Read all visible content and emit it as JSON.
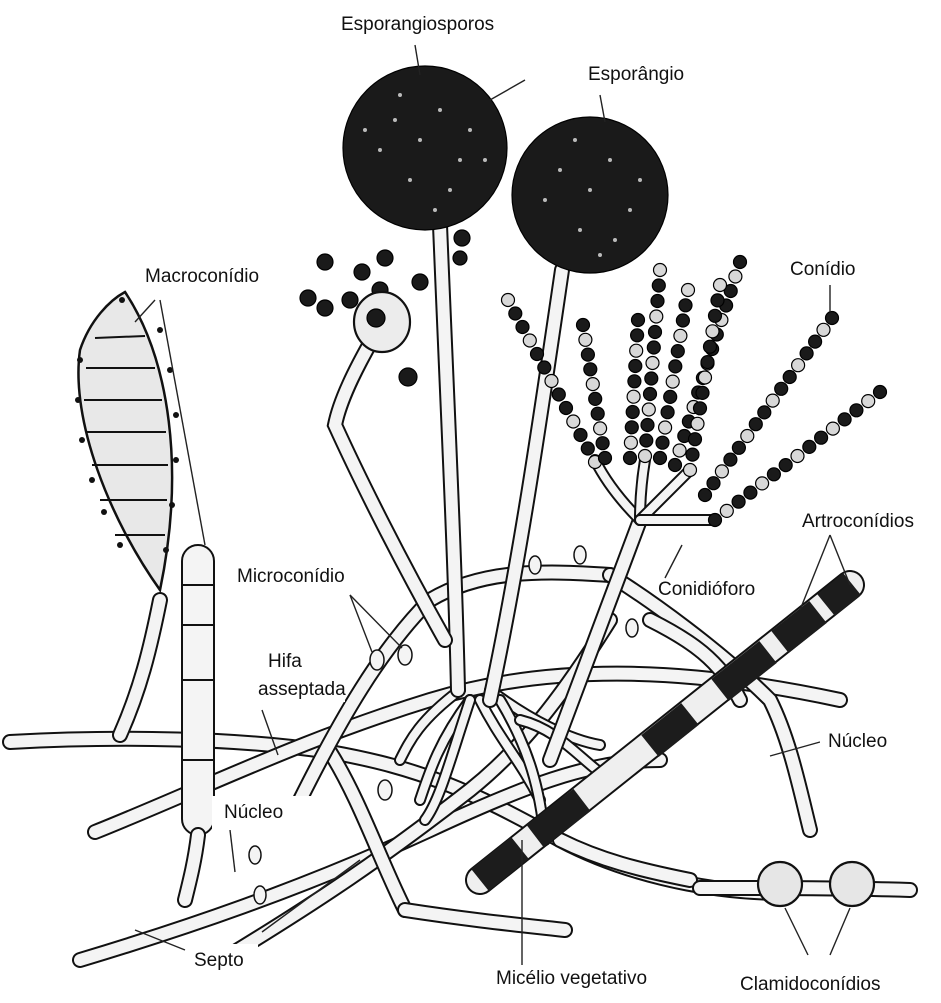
{
  "labels": {
    "esporangiosporos": "Esporangiosporos",
    "esporangio": "Esporângio",
    "macroconidio": "Macroconídio",
    "conidio": "Conídio",
    "artroconidios": "Artroconídios",
    "microconidio": "Microconídio",
    "conidioforo": "Conidióforo",
    "hifa_line1": "Hifa",
    "hifa_line2": "asseptada",
    "nucleo_left": "Núcleo",
    "nucleo_right": "Núcleo",
    "septo": "Septo",
    "micelio": "Micélio vegetativo",
    "clamidoconidios": "Clamidoconídios"
  },
  "colors": {
    "ink": "#111111",
    "cell_fill": "#f4f4f4",
    "dark_spore": "#1a1a1a",
    "background": "#ffffff"
  }
}
